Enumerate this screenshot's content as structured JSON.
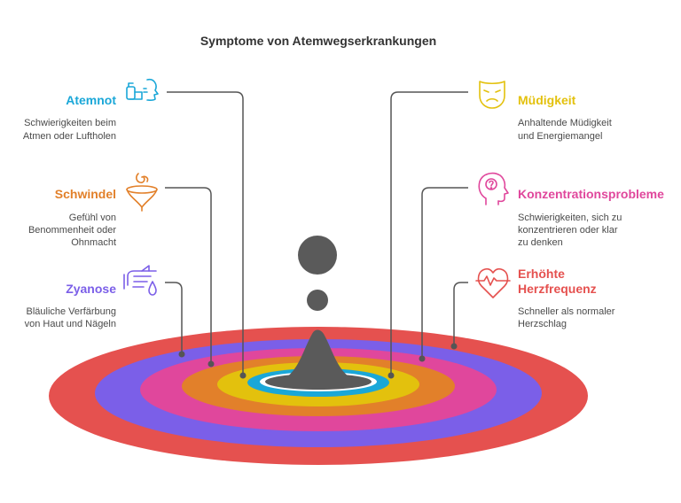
{
  "title": "Symptome von Atemwegserkrankungen",
  "colors": {
    "atemnot": "#1AA7D8",
    "schwindel": "#E2802A",
    "zyanose": "#7B5FE8",
    "muedigkeit": "#E3C10D",
    "konzentration": "#E0479C",
    "herz": "#E5514F",
    "center": "#5A5A5A"
  },
  "left": [
    {
      "id": "atemnot",
      "title": "Atemnot",
      "desc": [
        "Schwierigkeiten beim",
        "Atmen oder Luftholen"
      ],
      "icon": "inhaler-icon"
    },
    {
      "id": "schwindel",
      "title": "Schwindel",
      "desc": [
        "Gefühl von",
        "Benommenheit oder",
        "Ohnmacht"
      ],
      "icon": "spinning-top-icon"
    },
    {
      "id": "zyanose",
      "title": "Zyanose",
      "desc": [
        "Bläuliche Verfärbung",
        "von Haut und Nägeln"
      ],
      "icon": "hand-drop-icon"
    }
  ],
  "right": [
    {
      "id": "muedigkeit",
      "title": "Müdigkeit",
      "desc": [
        "Anhaltende Müdigkeit",
        "und Energiemangel"
      ],
      "icon": "tired-face-icon"
    },
    {
      "id": "konzentration",
      "title": "Konzentrationsprobleme",
      "desc": [
        "Schwierigkeiten, sich zu",
        "konzentrieren oder klar",
        "zu denken"
      ],
      "icon": "head-question-icon"
    },
    {
      "id": "herz",
      "title": [
        "Erhöhte",
        "Herzfrequenz"
      ],
      "desc": [
        "Schneller als normaler",
        "Herzschlag"
      ],
      "icon": "heart-pulse-icon"
    }
  ]
}
